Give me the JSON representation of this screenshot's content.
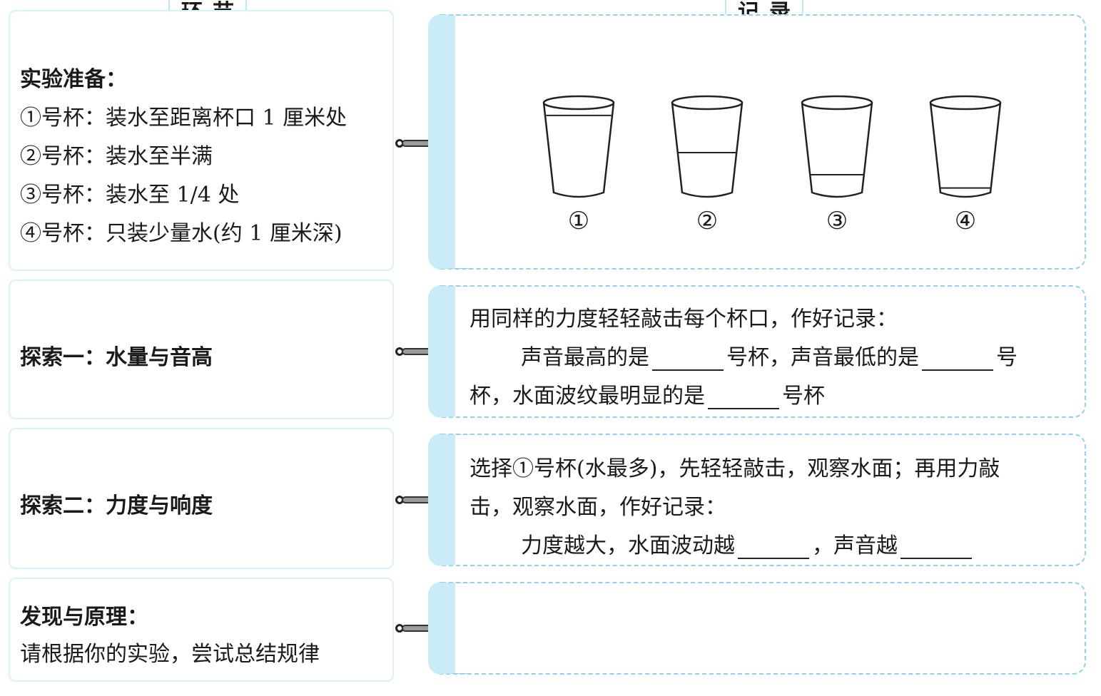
{
  "header": {
    "left": "环节",
    "right": "记录"
  },
  "sections": {
    "prep": {
      "title": "实验准备：",
      "lines": [
        "①号杯：装水至距离杯口 1 厘米处",
        "②号杯：装水至半满",
        "③号杯：装水至 1/4 处",
        "④号杯：只装少量水(约 1 厘米深)"
      ],
      "cups": [
        {
          "label": "①",
          "water_fraction": 0.92
        },
        {
          "label": "②",
          "water_fraction": 0.5
        },
        {
          "label": "③",
          "water_fraction": 0.25
        },
        {
          "label": "④",
          "water_fraction": 0.1
        }
      ]
    },
    "explore1": {
      "title": "探索一：水量与音高",
      "instruction": "用同样的力度轻轻敲击每个杯口，作好记录：",
      "q1_a": "声音最高的是",
      "q1_b": "号杯，声音最低的是",
      "q1_c": "号",
      "q2_a": "杯，水面波纹最明显的是",
      "q2_b": "号杯"
    },
    "explore2": {
      "title": "探索二：力度与响度",
      "instruction_1": "选择①号杯(水最多)，先轻轻敲击，观察水面；再用力敲",
      "instruction_2": "击，观察水面，作好记录：",
      "q_a": "力度越大，水面波动越",
      "q_b": "，声音越"
    },
    "finding": {
      "title": "发现与原理：",
      "subtitle": "请根据你的实验，尝试总结规律"
    }
  }
}
